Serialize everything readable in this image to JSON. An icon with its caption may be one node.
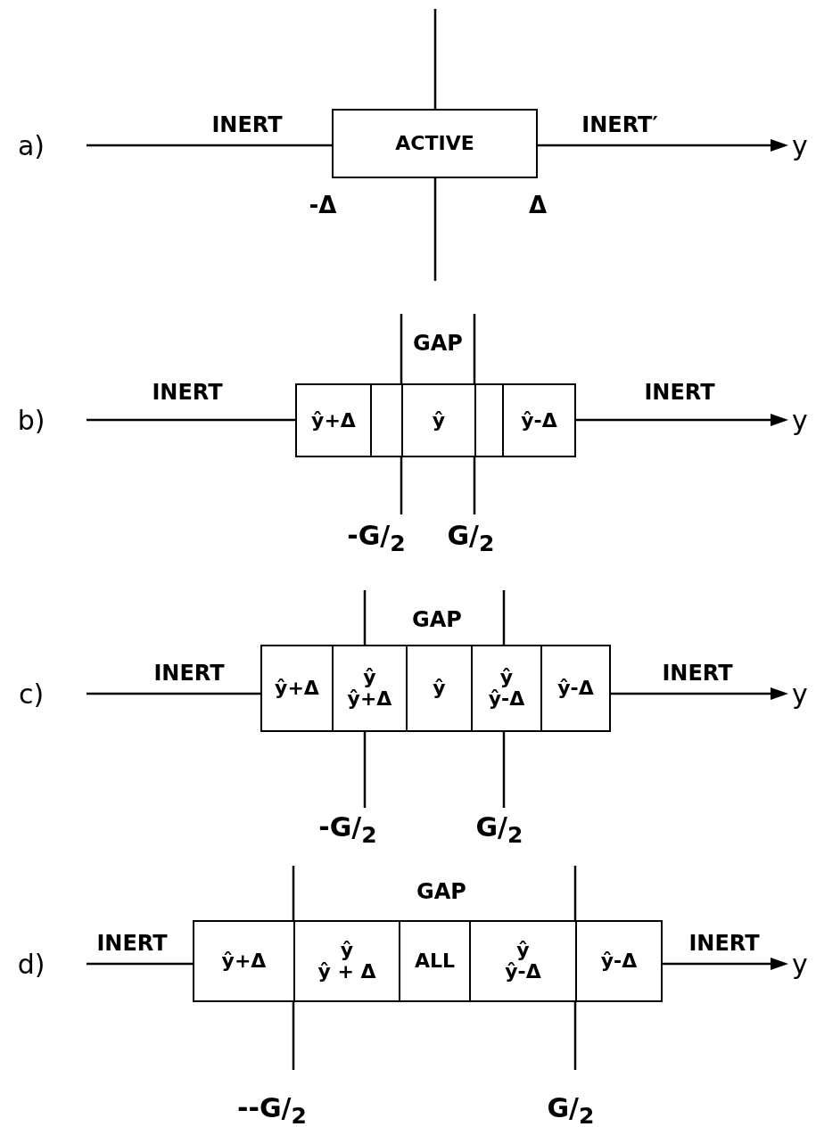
{
  "diagram": {
    "nodes": [
      {
        "text": [
          "ACTIVE"
        ]
      },
      {
        "text": [
          "ŷ+Δ"
        ]
      },
      {
        "text": [],
        "shape": "box"
      },
      {
        "text": [
          "ŷ"
        ]
      },
      {
        "text": [],
        "shape": "box"
      },
      {
        "text": [
          "ŷ-Δ"
        ]
      },
      {
        "text": [
          "ŷ+Δ"
        ]
      },
      {
        "text": [
          "ŷ",
          "ŷ+Δ"
        ]
      },
      {
        "text": [
          "ŷ"
        ]
      },
      {
        "text": [
          "ŷ",
          "ŷ-Δ"
        ]
      },
      {
        "text": [
          "ŷ-Δ"
        ]
      },
      {
        "text": [
          "ŷ+Δ"
        ]
      },
      {
        "text": [
          "ŷ",
          "ŷ + Δ"
        ]
      },
      {
        "text": [
          "ALL"
        ]
      },
      {
        "text": [
          "ŷ",
          "ŷ-Δ"
        ]
      },
      {
        "text": [
          "ŷ-Δ"
        ]
      }
    ],
    "edges": [],
    "labels": [
      "a)",
      "INERT",
      "INERT′",
      "y",
      "-Δ",
      "Δ",
      "GAP",
      "b)",
      "INERT",
      "INERT",
      "y",
      "-G/$_{2}$",
      "G/$_{2}$",
      "GAP",
      "c)",
      "INERT",
      "INERT",
      "y",
      "-G/$_{2}$",
      "G/$_{2}$",
      "GAP",
      "d)",
      "INERT",
      "INERT",
      "y",
      "--G/$_{2}$",
      "G/$_{2}$"
    ]
  }
}
